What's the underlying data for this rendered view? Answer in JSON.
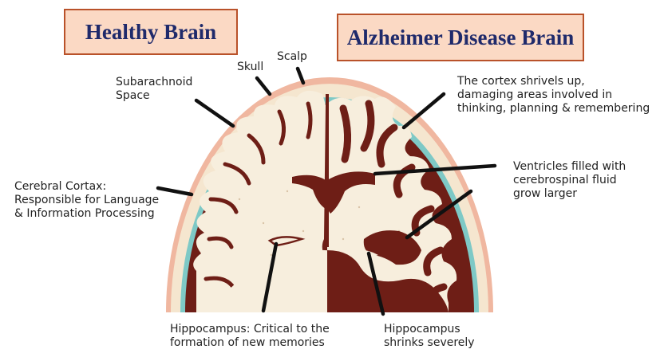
{
  "titles": {
    "left": "Healthy Brain",
    "right": "Alzheimer Disease Brain"
  },
  "labels": {
    "scalp": "Scalp",
    "skull": "Skull",
    "subarachnoid_1": "Subarachnoid",
    "subarachnoid_2": "Space",
    "cortex_1": "The cortex shrivels up,",
    "cortex_2": "damaging areas involved in",
    "cortex_3": "thinking, planning & remembering",
    "cerebral_1": "Cerebral Cortax:",
    "cerebral_2": "Responsible for Language",
    "cerebral_3": "& Information Processing",
    "ventricles_1": "Ventricles filled with",
    "ventricles_2": "cerebrospinal fluid",
    "ventricles_3": "grow larger",
    "hippo_left_1": "Hippocampus: Critical to the",
    "hippo_left_2": "formation of new memories",
    "hippo_right_1": "Hippocampus",
    "hippo_right_2": "shrinks severely"
  },
  "colors": {
    "title_fill": "#fbd9c4",
    "title_border": "#b9522a",
    "title_text": "#1f2a6b",
    "scalp": "#f0b7a0",
    "skull": "#f5e6cf",
    "fluid": "#7ec9c6",
    "cortex": "#6e1e16",
    "white_matter": "#f7eedd"
  }
}
